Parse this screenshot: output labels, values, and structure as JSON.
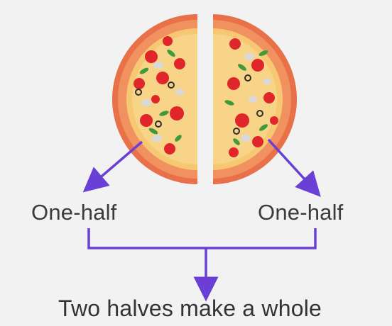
{
  "labels": {
    "left_half": "One-half",
    "right_half": "One-half",
    "conclusion": "Two halves make a whole"
  },
  "colors": {
    "background": "#f2f2f2",
    "arrow": "#6a3fd6",
    "text": "#3b3b3b",
    "crust": "#e8714a",
    "cheese": "#f6c873",
    "tomato": "#e0262b",
    "basil": "#3f9b3a"
  },
  "icons": {
    "pizza": "pizza-cut-in-halves-icon"
  }
}
